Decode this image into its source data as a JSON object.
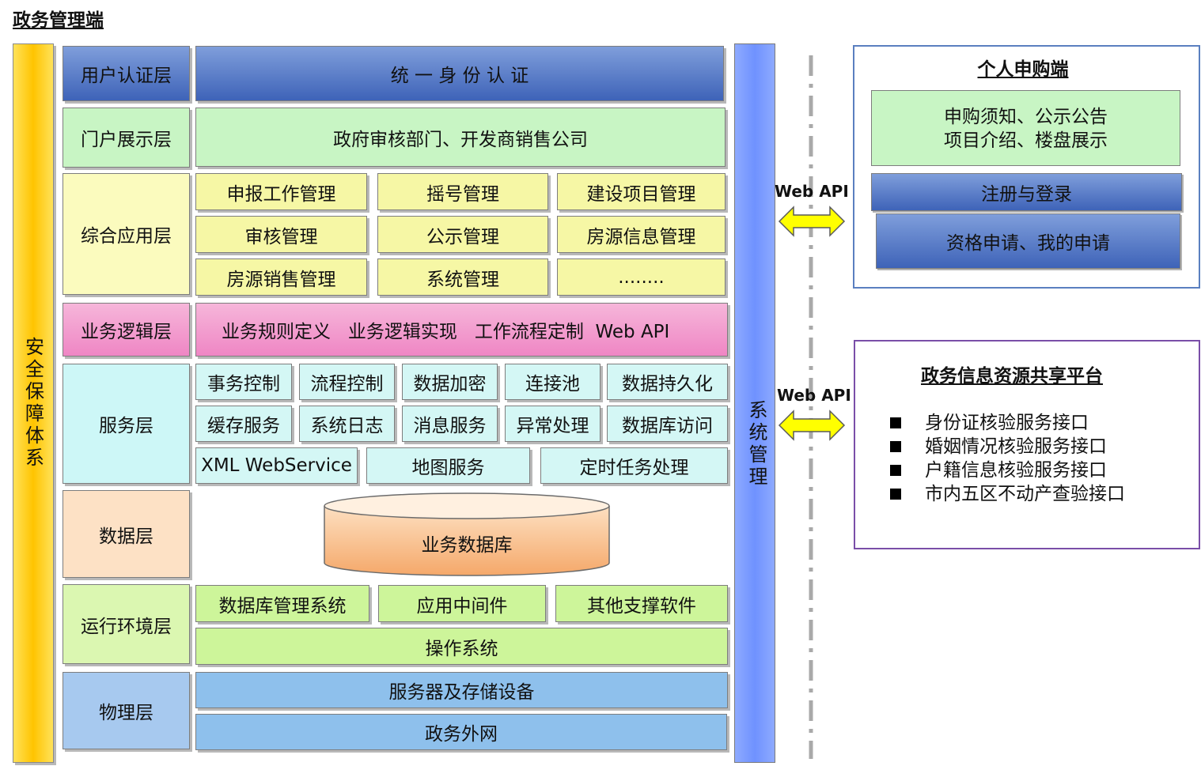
{
  "page_title": "政务管理端",
  "security": "安全保障体系",
  "system_mgmt": "系统管理",
  "layers": [
    {
      "name": "用户认证层"
    },
    {
      "name": "门户展示层"
    },
    {
      "name": "综合应用层"
    },
    {
      "name": "业务逻辑层"
    },
    {
      "name": "服务层"
    },
    {
      "name": "数据层"
    },
    {
      "name": "运行环境层"
    },
    {
      "name": "物理层"
    }
  ],
  "auth": "统 一 身 份 认 证",
  "portal": "政府审核部门、开发商销售公司",
  "apps": [
    "申报工作管理",
    "摇号管理",
    "建设项目管理",
    "审核管理",
    "公示管理",
    "房源信息管理",
    "房源销售管理",
    "系统管理",
    "........"
  ],
  "logic": "业务规则定义   业务逻辑实现   工作流程定制  Web API",
  "services": [
    "事务控制",
    "流程控制",
    "数据加密",
    "连接池",
    "数据持久化",
    "缓存服务",
    "系统日志",
    "消息服务",
    "异常处理",
    "数据库访问",
    "XML WebService",
    "地图服务",
    "定时任务处理"
  ],
  "database": "业务数据库",
  "runtime": [
    "数据库管理系统",
    "应用中间件",
    "其他支撑软件",
    "操作系统"
  ],
  "physical": [
    "服务器及存储设备",
    "政务外网"
  ],
  "api_label": "Web API",
  "personal": {
    "title": "个人申购端",
    "info_line1": "申购须知、公示公告",
    "info_line2": "项目介绍、楼盘展示",
    "register": "注册与登录",
    "apply": "资格申请、我的申请"
  },
  "share": {
    "title": "政务信息资源共享平台",
    "items": [
      "身份证核验服务接口",
      "婚姻情况核验服务接口",
      "户籍信息核验服务接口",
      "市内五区不动产查验接口"
    ]
  },
  "colors": {
    "security_bar": "#ffd21a",
    "system_bar": "#7b9cff",
    "arrow_fill": "#ffff00",
    "personal_border": "#5a7fc0",
    "share_border": "#7a4ea8"
  }
}
